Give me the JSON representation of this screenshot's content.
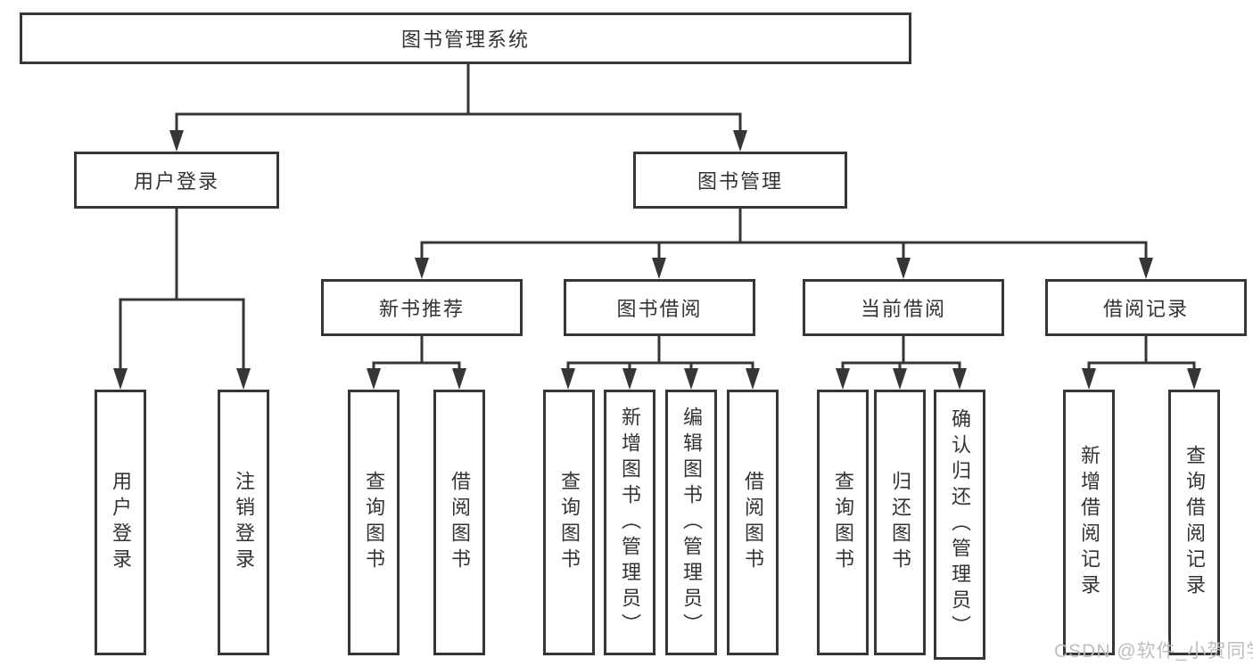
{
  "diagram": {
    "root": {
      "label": "图书管理系统"
    },
    "level1": [
      {
        "label": "用户登录"
      },
      {
        "label": "图书管理"
      }
    ],
    "level2": [
      {
        "label": "新书推荐"
      },
      {
        "label": "图书借阅"
      },
      {
        "label": "当前借阅"
      },
      {
        "label": "借阅记录"
      }
    ],
    "leaves": {
      "user_login": [
        "用户登录",
        "注销登录"
      ],
      "new_book": [
        "查询图书",
        "借阅图书"
      ],
      "book_borrow": [
        "查询图书",
        "新增图书（管理员）",
        "编辑图书（管理员）",
        "借阅图书"
      ],
      "current_borrow": [
        "查询图书",
        "归还图书",
        "确认归还（管理员）"
      ],
      "borrow_record": [
        "新增借阅记录",
        "查询借阅记录"
      ]
    }
  },
  "watermark": {
    "text": "CSDN @软件_小贺同学"
  },
  "colors": {
    "line": "#363636",
    "text": "#333333",
    "background": "#ffffff",
    "watermark": "#bbbbbb"
  }
}
